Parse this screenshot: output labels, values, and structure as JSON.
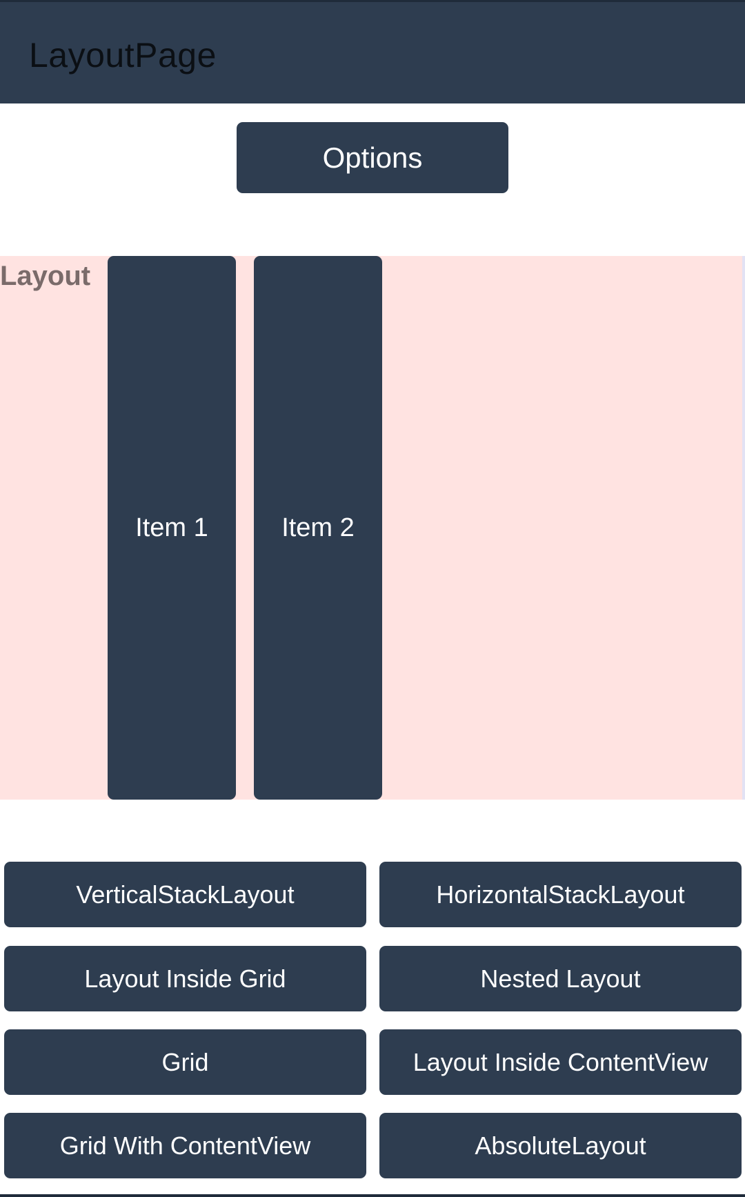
{
  "header": {
    "title": "LayoutPage"
  },
  "options_button": {
    "label": "Options"
  },
  "layout_area": {
    "label": "Layout",
    "items": [
      {
        "label": "Item 1"
      },
      {
        "label": "Item 2"
      }
    ]
  },
  "layout_buttons": [
    {
      "label": "VerticalStackLayout"
    },
    {
      "label": "HorizontalStackLayout"
    },
    {
      "label": "Layout Inside Grid"
    },
    {
      "label": "Nested Layout"
    },
    {
      "label": "Grid"
    },
    {
      "label": "Layout Inside ContentView"
    },
    {
      "label": "Grid With ContentView"
    },
    {
      "label": "AbsoluteLayout"
    }
  ],
  "colors": {
    "primary": "#2e3d50",
    "layout_background": "#ffe3e1",
    "layout_label": "#7a6b6a",
    "text_on_primary": "#ffffff"
  }
}
